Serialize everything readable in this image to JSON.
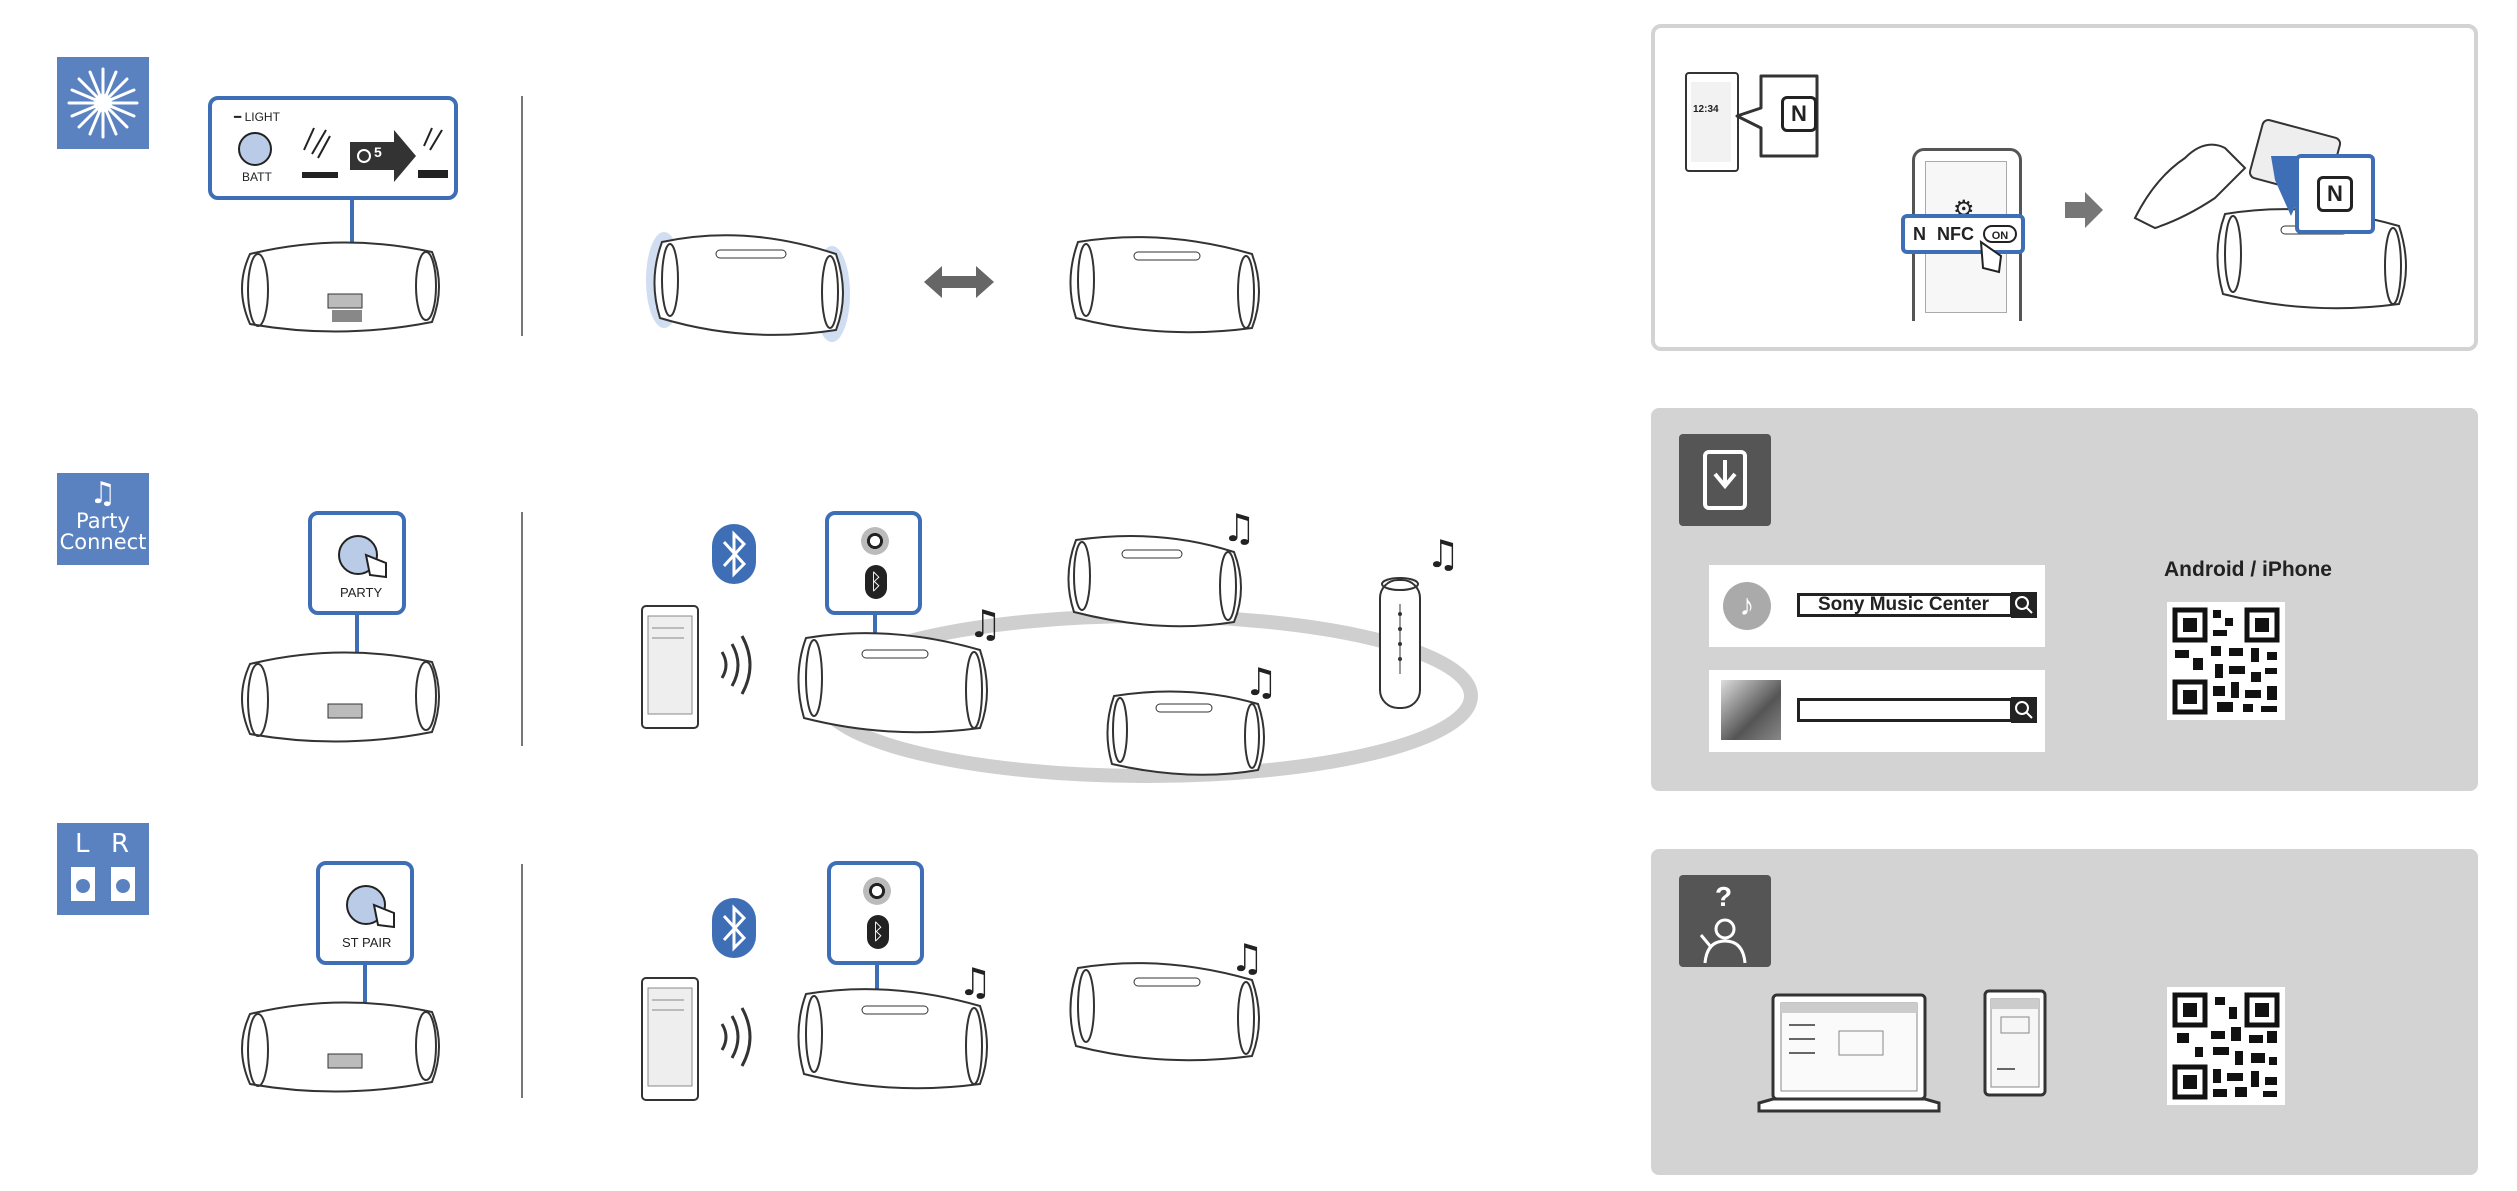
{
  "illumination": {
    "callout": {
      "light_label": "LIGHT",
      "batt_label": "BATT",
      "time_label": "5"
    }
  },
  "party_connect": {
    "badge_line1": "Party",
    "badge_line2": "Connect",
    "callout": {
      "party_label": "PARTY"
    }
  },
  "stereo_pair": {
    "badge_l": "L",
    "badge_r": "R",
    "callout": {
      "st_pair_label": "ST PAIR"
    }
  },
  "nfc": {
    "phone_clock": "12:34",
    "nfc_label": "NFC",
    "toggle_label": "ON"
  },
  "app": {
    "search_term": "Sony Music Center",
    "platform_label": "Android / iPhone"
  },
  "colors": {
    "accent_blue": "#3e6fb6",
    "badge_blue": "#5a82c0",
    "panel_gray": "#d3d3d3",
    "icon_gray": "#555555"
  },
  "icons": [
    "light-burst-icon",
    "music-note-icon",
    "speaker-pair-icon",
    "bluetooth-icon",
    "nfc-mark-icon",
    "download-icon",
    "help-person-icon",
    "search-icon",
    "qr-code-icon"
  ]
}
